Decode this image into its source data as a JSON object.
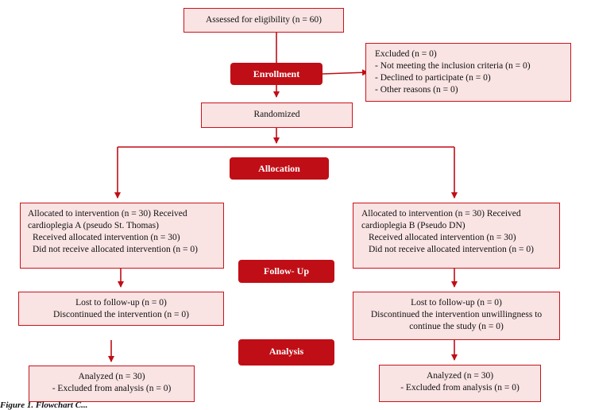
{
  "enrollment": {
    "assessed": "Assessed for eligibility (n = 60)",
    "stage": "Enrollment",
    "excluded": [
      "Excluded (n = 0)",
      "- Not meeting the inclusion criteria (n = 0)",
      "- Declined to participate (n = 0)",
      "- Other reasons (n = 0)"
    ],
    "randomized": "Randomized"
  },
  "allocation": {
    "stage": "Allocation",
    "left": [
      "Allocated to intervention (n = 30) Received",
      "cardioplegia A (pseudo St. Thomas)",
      "Received allocated intervention (n = 30)",
      "Did not receive allocated intervention (n = 0)"
    ],
    "right": [
      "Allocated to intervention (n = 30) Received",
      "cardioplegia B (Pseudo DN)",
      "Received allocated intervention (n = 30)",
      "Did not receive allocated intervention (n = 0)"
    ]
  },
  "followup": {
    "stage": "Follow- Up",
    "left": [
      "Lost to follow-up (n = 0)",
      "Discontinued the intervention (n = 0)"
    ],
    "right": [
      "Lost to follow-up (n = 0)",
      "Discontinued the intervention unwillingness to",
      "continue the study (n = 0)"
    ]
  },
  "analysis": {
    "stage": "Analysis",
    "left": [
      "Analyzed (n = 30)",
      "- Excluded from analysis (n = 0)"
    ],
    "right": [
      "Analyzed (n = 30)",
      "- Excluded from analysis (n = 0)"
    ]
  },
  "caption": "Figure 1. Flowchart C...",
  "colors": {
    "stage_fill": "#c00e16",
    "box_fill": "#f9e3e3",
    "border": "#c8141c",
    "arrow": "#c00e16"
  }
}
